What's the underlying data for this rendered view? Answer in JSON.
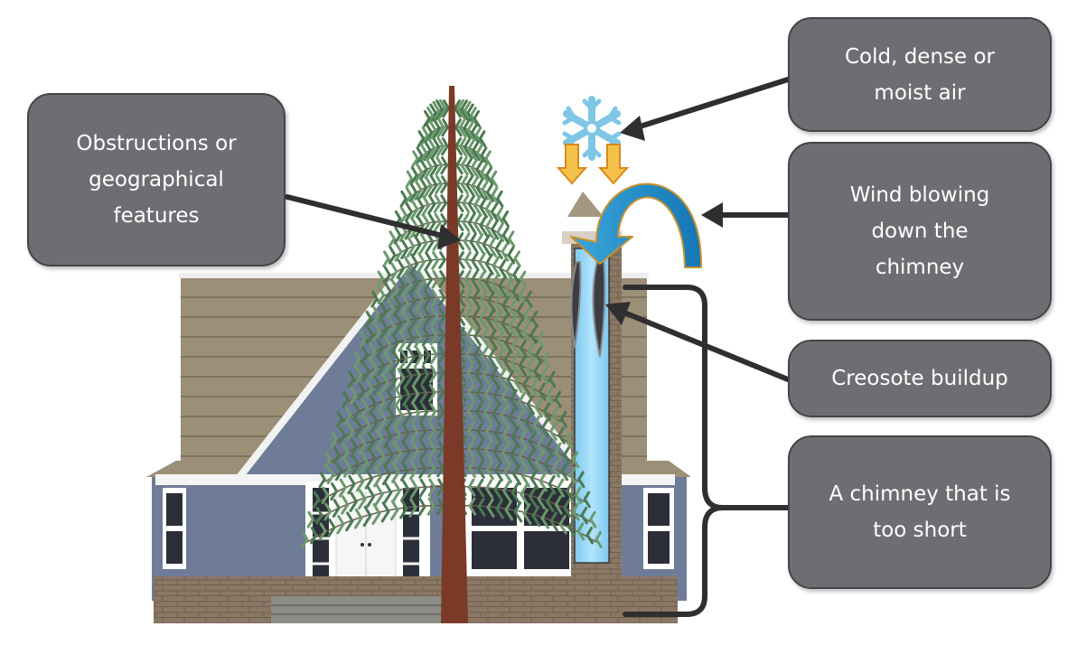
{
  "callouts": {
    "obstructions": "Obstructions or\ngeographical\nfeatures",
    "cold_air": "Cold, dense or\nmoist air",
    "wind": "Wind blowing\ndown the\nchimney",
    "creosote": "Creosote buildup",
    "short_chimney": "A chimney that is\ntoo short"
  },
  "icons": {
    "snowflake": "snowflake-icon",
    "wind_arc": "curved-arrow",
    "tree": "pine-tree",
    "house": "house"
  },
  "colors": {
    "callout_fill": "#6d6e72",
    "callout_border": "#44454a",
    "arrow": "#2f2f31",
    "siding": "#9c8f78",
    "wall": "#6f7c98",
    "flue": "#8fd3f5",
    "snowflake": "#7fc6e6",
    "wind_arrow": "#1f8fc9",
    "down_arrow": "#f2a21b"
  }
}
